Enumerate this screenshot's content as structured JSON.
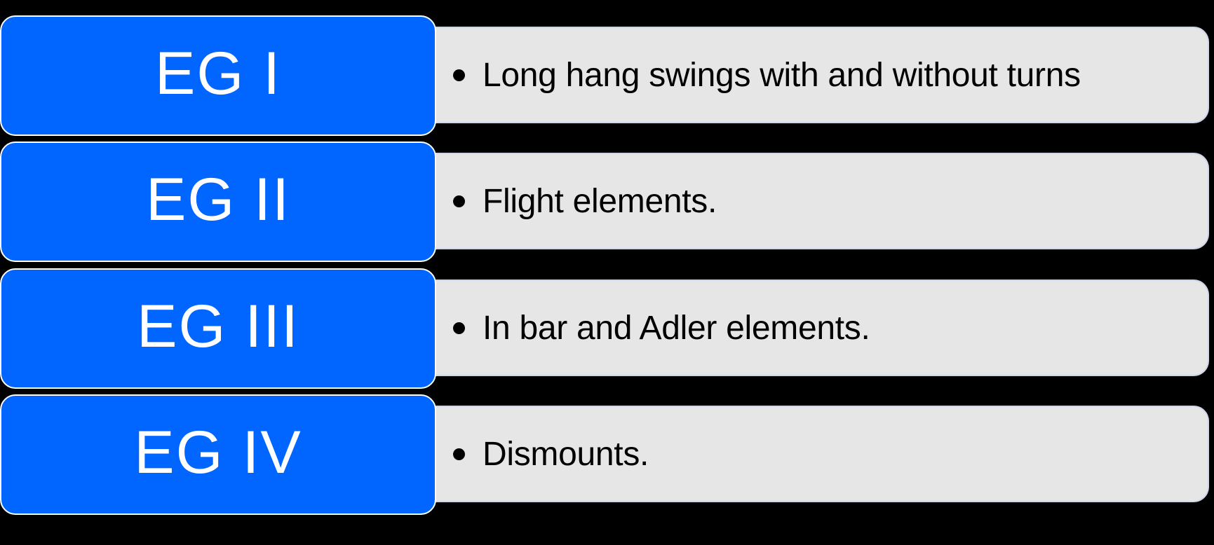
{
  "colors": {
    "background": "#000000",
    "label_fill": "#0066ff",
    "label_text": "#ffffff",
    "detail_fill": "#e6e6e6",
    "detail_text": "#000000"
  },
  "rows": [
    {
      "label": "EG I",
      "detail": "Long hang swings with and without turns"
    },
    {
      "label": "EG II",
      "detail": "Flight elements."
    },
    {
      "label": "EG III",
      "detail": "In bar and Adler elements."
    },
    {
      "label": "EG IV",
      "detail": "Dismounts."
    }
  ]
}
